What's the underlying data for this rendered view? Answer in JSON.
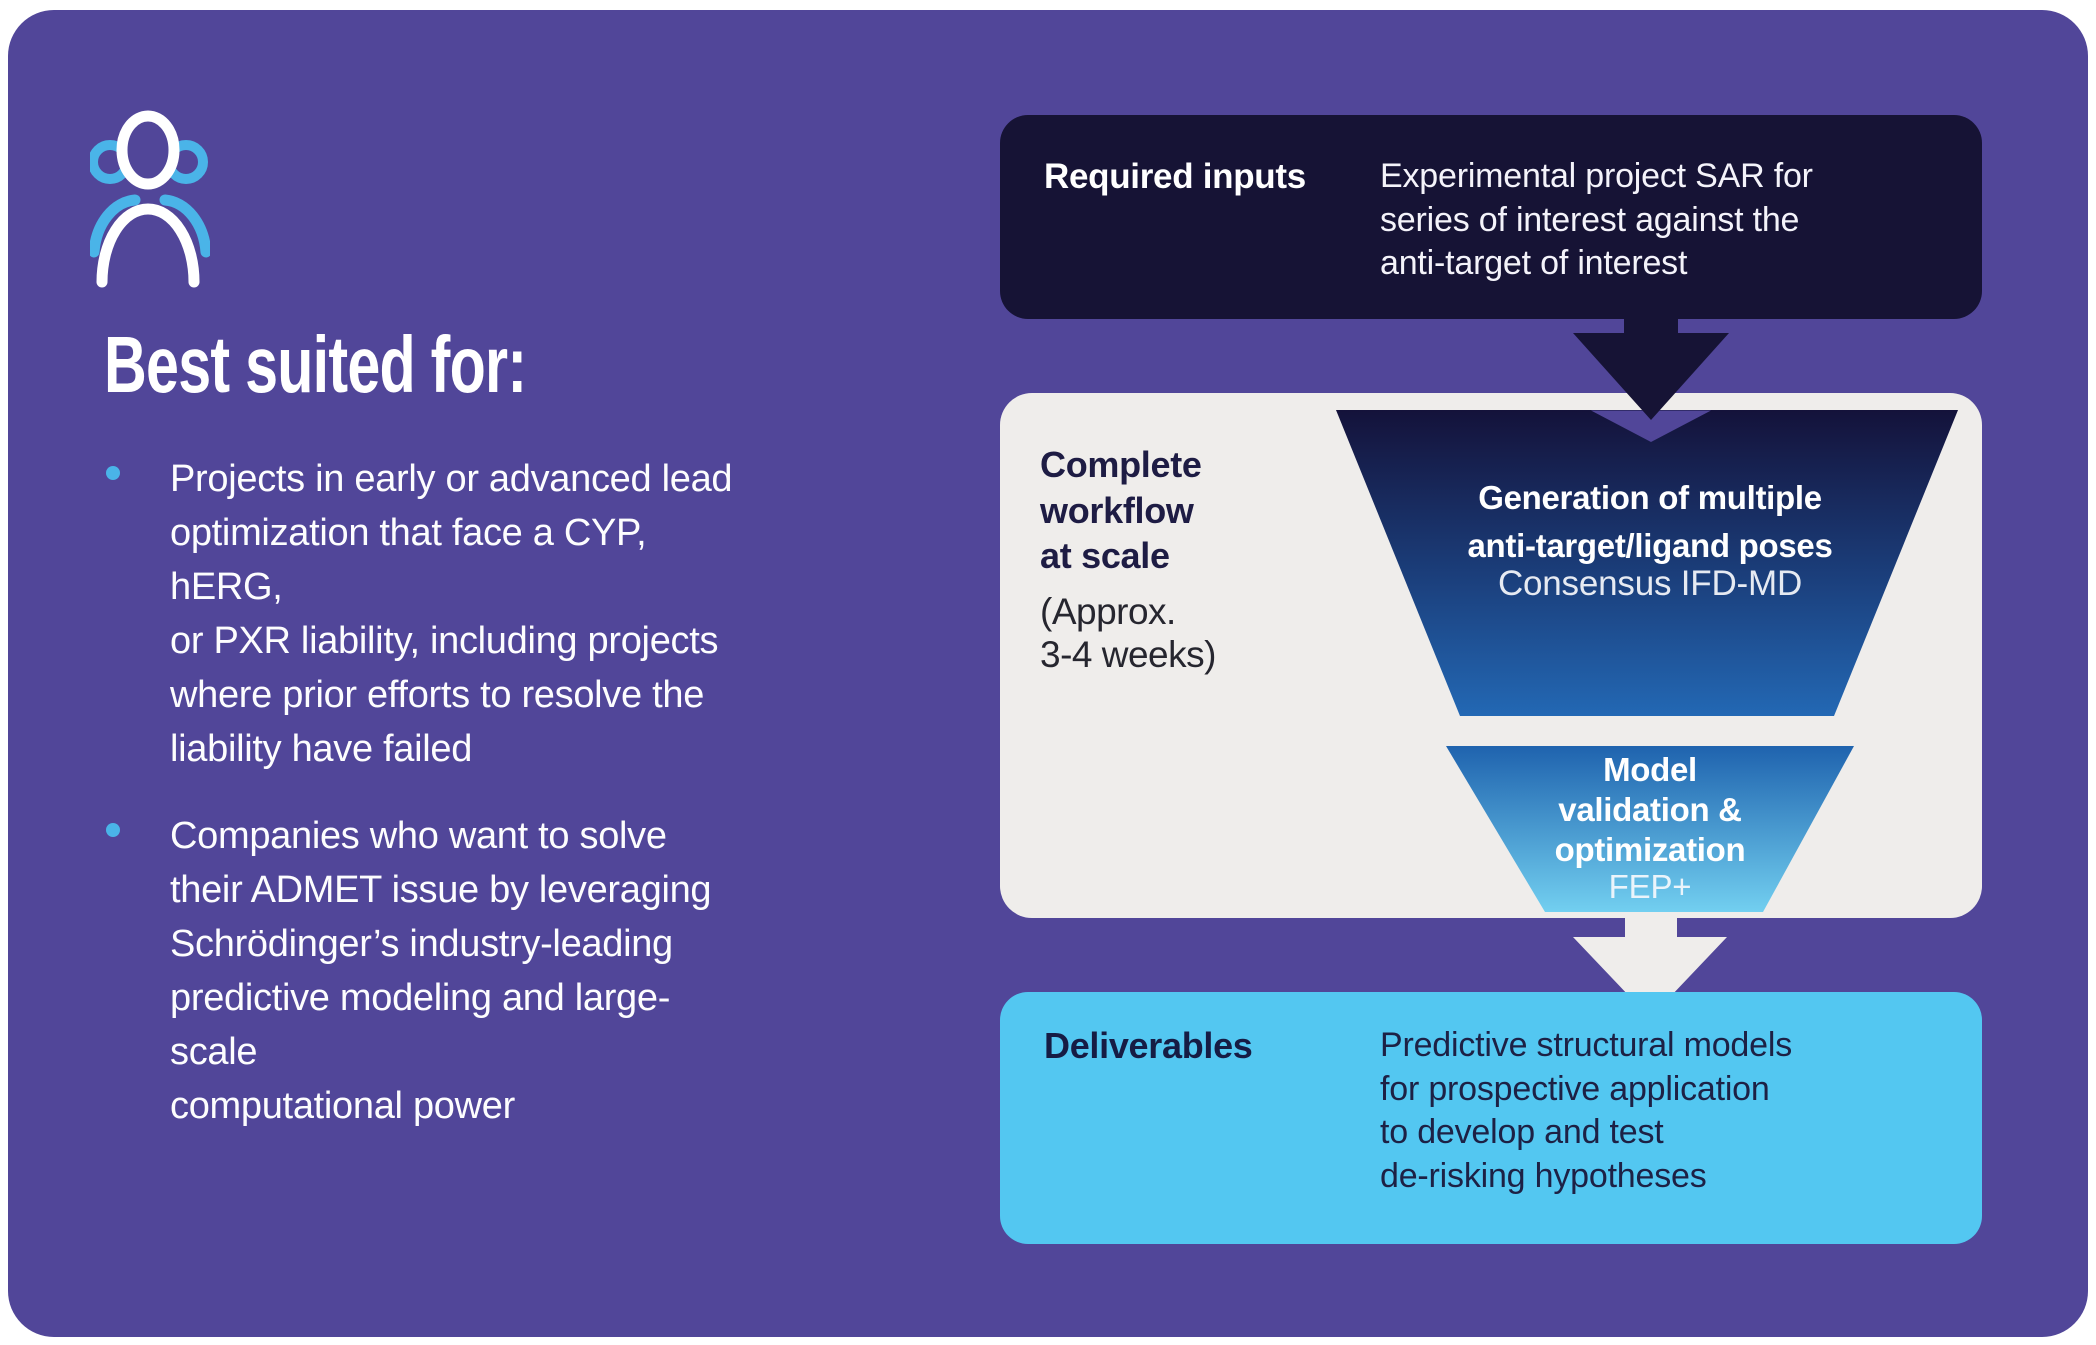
{
  "colors": {
    "background_purple": "#514699",
    "navy": "#161335",
    "panel_gray": "#efedeb",
    "deliverables_blue": "#53c7f1",
    "accent_blue": "#4ab4e8",
    "funnel_top_gradient": [
      "#14123a",
      "#2368b4"
    ],
    "funnel_bottom_gradient": [
      "#1f63ae",
      "#72cff0"
    ],
    "text_white": "#ffffff",
    "text_navy": "#1e1c44"
  },
  "left": {
    "icon": "people-icon",
    "heading": "Best suited for:",
    "bullets": [
      "Projects in early or advanced lead\noptimization that face a CYP, hERG,\nor PXR liability, including projects\nwhere prior efforts to resolve the\nliability have failed",
      "Companies who want to solve\ntheir ADMET issue by leveraging\nSchrödinger’s industry-leading\npredictive modeling and large-scale\ncomputational power"
    ]
  },
  "required": {
    "label": "Required inputs",
    "desc": "Experimental project SAR for\nseries of interest against the\nanti-target of interest"
  },
  "workflow": {
    "label": "Complete\nworkflow\nat scale",
    "note": "(Approx.\n3-4 weeks)",
    "stages": [
      {
        "title": "Generation of multiple\nanti-target/ligand poses",
        "subtitle": "Consensus IFD-MD"
      },
      {
        "title": "Model\nvalidation &\noptimization",
        "subtitle": "FEP+"
      }
    ]
  },
  "deliverables": {
    "label": "Deliverables",
    "desc": "Predictive structural models\nfor prospective application\nto develop and test\nde-risking hypotheses"
  }
}
